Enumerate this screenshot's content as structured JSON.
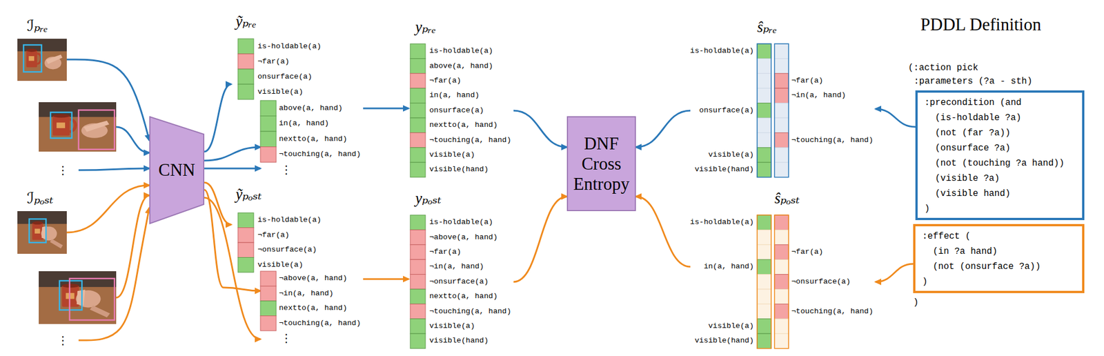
{
  "diagram": {
    "nodes": [
      {
        "text": [
          "ℐₚᵣₑ",
          "⋮"
        ]
      },
      {
        "text": [
          "ℐₚₒₛₜ",
          "⋮"
        ]
      },
      {
        "text": [
          "CNN"
        ]
      },
      {
        "text": [
          "ỹₚᵣₑ",
          "is-holdable(a)",
          "¬far(a)",
          "onsurface(a)",
          "visible(a)"
        ]
      },
      {
        "text": [
          "above(a, hand)",
          "in(a, hand)",
          "nextto(a, hand)",
          "¬touching(a, hand)",
          "⋮"
        ]
      },
      {
        "text": [
          "ỹₚₒₛₜ",
          "is-holdable(a)",
          "¬far(a)",
          "¬onsurface(a)",
          "visible(a)"
        ]
      },
      {
        "text": [
          "¬above(a, hand)",
          "¬in(a, hand)",
          "nextto(a, hand)",
          "¬touching(a, hand)",
          "⋮"
        ]
      },
      {
        "text": [
          "yₚᵣₑ",
          "is-holdable(a)",
          "above(a, hand)",
          "¬far(a)",
          "in(a, hand)",
          "onsurface(a)",
          "nextto(a, hand)",
          "¬touching(a, hand)",
          "visible(a)",
          "visible(hand)"
        ]
      },
      {
        "text": [
          "yₚₒₛₜ",
          "is-holdable(a)",
          "¬above(a, hand)",
          "¬far(a)",
          "¬in(a, hand)",
          "¬onsurface(a)",
          "nextto(a, hand)",
          "¬touching(a, hand)",
          "visible(a)",
          "visible(hand)"
        ]
      },
      {
        "text": [
          "DNF Cross Entropy"
        ]
      },
      {
        "text": [
          "ŝₚᵣₑ",
          "is-holdable(a)",
          "onsurface(a)",
          "visible(a)",
          "visible(hand)",
          "¬far(a)",
          "¬in(a, hand)",
          "¬touching(a, hand)"
        ]
      },
      {
        "text": [
          "ŝₚₒₛₜ",
          "is-holdable(a)",
          "in(a, hand)",
          "visible(a)",
          "visible(hand)",
          "¬far(a)",
          "¬onsurface(a)",
          "¬touching(a, hand)"
        ]
      },
      {
        "text": [
          ":precondition (and",
          "(is-holdable ?a)",
          "(not (far ?a))",
          "(onsurface ?a)",
          "(not (touching ?a hand))",
          "(visible ?a)",
          "(visible hand)",
          ")"
        ]
      },
      {
        "text": [
          ":effect (",
          "(in ?a hand)",
          "(not (onsurface ?a))",
          ")"
        ]
      }
    ],
    "edges": [
      {
        "from": 0,
        "to": 2,
        "arrow": "to"
      },
      {
        "from": 0,
        "to": 2,
        "arrow": "to"
      },
      {
        "from": 0,
        "to": 2,
        "arrow": "to"
      },
      {
        "from": 1,
        "to": 2,
        "arrow": "to"
      },
      {
        "from": 1,
        "to": 2,
        "arrow": "to"
      },
      {
        "from": 1,
        "to": 2,
        "arrow": "to"
      },
      {
        "from": 2,
        "to": 3,
        "arrow": "to"
      },
      {
        "from": 2,
        "to": 4,
        "arrow": "to"
      },
      {
        "from": 2,
        "to": 4,
        "arrow": "to"
      },
      {
        "from": 2,
        "to": 5,
        "arrow": "to"
      },
      {
        "from": 2,
        "to": 6,
        "arrow": "to"
      },
      {
        "from": 2,
        "to": 6,
        "arrow": "to"
      },
      {
        "from": 4,
        "to": 7,
        "arrow": "to"
      },
      {
        "from": 6,
        "to": 8,
        "arrow": "to"
      },
      {
        "from": 7,
        "to": 9,
        "arrow": "to"
      },
      {
        "from": 8,
        "to": 9,
        "arrow": "to"
      },
      {
        "from": 10,
        "to": 9,
        "arrow": "to"
      },
      {
        "from": 11,
        "to": 9,
        "arrow": "to"
      },
      {
        "from": 12,
        "to": 10,
        "arrow": "to"
      },
      {
        "from": 13,
        "to": 11,
        "arrow": "to"
      }
    ],
    "labels": [
      "PDDL Definition",
      "(:action pick",
      ":parameters (?a - sth)",
      ")"
    ]
  }
}
